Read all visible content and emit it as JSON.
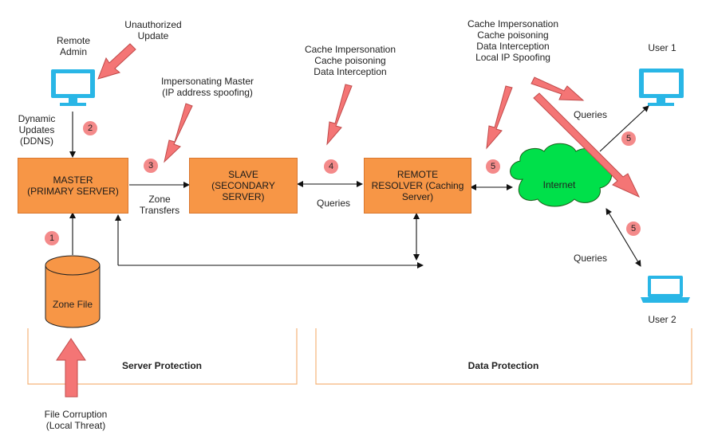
{
  "labels": {
    "remote_admin": "Remote\nAdmin",
    "unauthorized_update": "Unauthorized\nUpdate",
    "dynamic_updates": "Dynamic\nUpdates\n(DDNS)",
    "impersonating_master": "Impersonating Master\n(IP address spoofing)",
    "threats_slave": "Cache Impersonation\nCache poisoning\nData Interception",
    "threats_resolver": "Cache Impersonation\nCache poisoning\nData Interception\nLocal IP Spoofing",
    "user1": "User 1",
    "user2": "User 2",
    "zone_transfers": "Zone\nTransfers",
    "queries_mid": "Queries",
    "queries_top": "Queries",
    "queries_bottom": "Queries",
    "file_corruption": "File Corruption\n(Local Threat)",
    "server_protection": "Server Protection",
    "data_protection": "Data Protection"
  },
  "nodes": {
    "master": "MASTER\n(PRIMARY SERVER)",
    "slave": "SLAVE\n(SECONDARY\nSERVER)",
    "resolver": "REMOTE\nRESOLVER (Caching\nServer)",
    "internet": "Internet",
    "zone_file": "Zone File"
  },
  "badges": [
    "1",
    "2",
    "3",
    "4",
    "5",
    "5",
    "5"
  ],
  "colors": {
    "server_box": "#f79646",
    "internet_cloud": "#00e04a",
    "threat_arrow": "#f47575",
    "computer_icon": "#29b6e6",
    "protection_bracket": "#f5b57a"
  }
}
